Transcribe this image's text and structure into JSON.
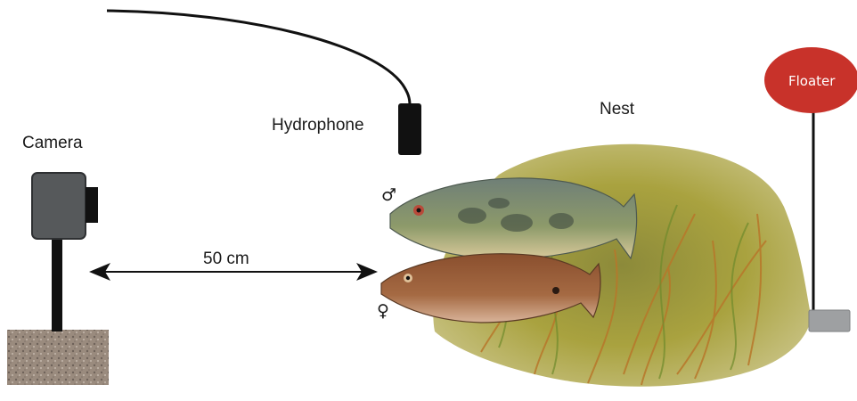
{
  "labels": {
    "camera": "Camera",
    "hydrophone": "Hydrophone",
    "nest": "Nest",
    "floater": "Floater",
    "distance": "50 cm",
    "male_symbol": "♂",
    "female_symbol": "♀"
  },
  "colors": {
    "floater": "#c8322a",
    "camera_body": "#56595b",
    "hydrophone": "#111111",
    "substrate": "#9a8b7e",
    "float_block": "#9ea0a2"
  },
  "icons": [
    "camera-icon",
    "hydrophone-icon",
    "floater-buoy-icon",
    "male-fish-illustration",
    "female-fish-illustration",
    "seaweed-nest-illustration",
    "double-headed-arrow"
  ]
}
